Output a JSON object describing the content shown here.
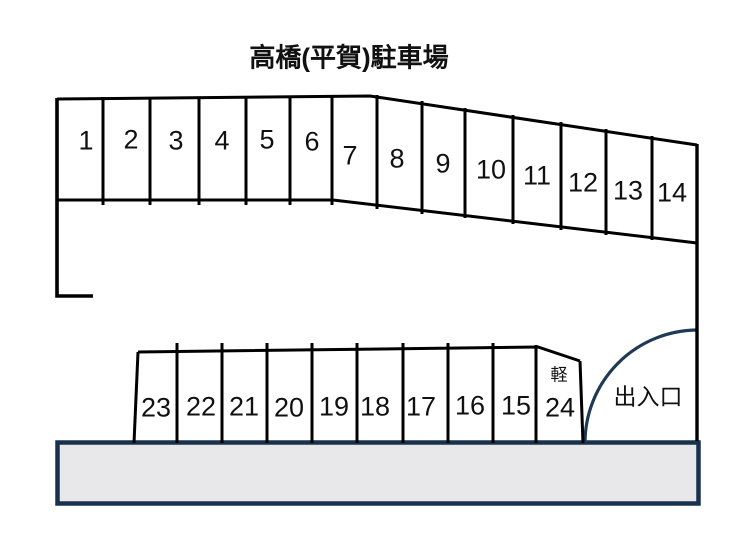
{
  "title": "高橋(平賀)駐車場",
  "parking_lot": {
    "top_row": [
      "1",
      "2",
      "3",
      "4",
      "5",
      "6",
      "7",
      "8",
      "9",
      "10",
      "11",
      "12",
      "13",
      "14"
    ],
    "bottom_row": [
      "23",
      "22",
      "21",
      "20",
      "19",
      "18",
      "17",
      "16",
      "15"
    ],
    "kei_space": {
      "size_label": "軽",
      "label": "24"
    },
    "entrance_label": "出入口"
  },
  "colors": {
    "outline": "#000000",
    "entrance_arc": "#1e3a55",
    "road_fill": "#e8e8ea",
    "road_border": "#18324d"
  }
}
